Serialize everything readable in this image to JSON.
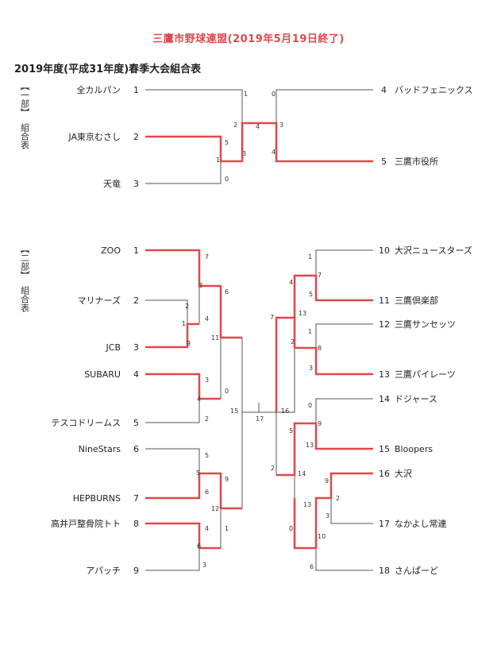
{
  "page": {
    "title": "三鷹市野球連盟(2019年5月19日終了)",
    "subtitle": "2019年度(平成31年度)春季大会組合表",
    "colors": {
      "accent": "#e0484b",
      "line": "#555555",
      "text": "#222222"
    }
  },
  "division1": {
    "label_bracket": "【一部】",
    "label_group": "組合表",
    "teams_left": [
      {
        "name": "全カルパン",
        "seed": "1"
      },
      {
        "name": "JA東京むさし",
        "seed": "2"
      },
      {
        "name": "天竜",
        "seed": "3"
      }
    ],
    "teams_right": [
      {
        "seed": "4",
        "name": "バッドフェニックス"
      },
      {
        "seed": "5",
        "name": "三鷹市役所"
      }
    ],
    "scores": [
      "1",
      "2",
      "5",
      "1",
      "3",
      "0",
      "4",
      "0",
      "3",
      "4"
    ]
  },
  "division2": {
    "label_bracket": "【二部】",
    "label_group": "組合表",
    "teams_left": [
      {
        "name": "ZOO",
        "seed": "1"
      },
      {
        "name": "マリナーズ",
        "seed": "2"
      },
      {
        "name": "JCB",
        "seed": "3"
      },
      {
        "name": "SUBARU",
        "seed": "4"
      },
      {
        "name": "テスコドリームス",
        "seed": "5"
      },
      {
        "name": "NineStars",
        "seed": "6"
      },
      {
        "name": "HEPBURNS",
        "seed": "7"
      },
      {
        "name": "高井戸整骨院トト",
        "seed": "8"
      },
      {
        "name": "アパッチ",
        "seed": "9"
      }
    ],
    "teams_right": [
      {
        "seed": "10",
        "name": "大沢ニュースターズ"
      },
      {
        "seed": "11",
        "name": "三鷹倶楽部"
      },
      {
        "seed": "12",
        "name": "三鷹サンセッツ"
      },
      {
        "seed": "13",
        "name": "三鷹パイレーツ"
      },
      {
        "seed": "14",
        "name": "ドジャース"
      },
      {
        "seed": "15",
        "name": "Bloopers"
      },
      {
        "seed": "16",
        "name": "大沢"
      },
      {
        "seed": "17",
        "name": "なかよし常連"
      },
      {
        "seed": "18",
        "name": "さんぱーど"
      }
    ],
    "scores_left": [
      "7",
      "3",
      "6",
      "2",
      "1",
      "4",
      "9",
      "11",
      "3",
      "4",
      "0",
      "2",
      "15",
      "5",
      "5",
      "6",
      "9",
      "12",
      "4",
      "6",
      "1",
      "3"
    ],
    "scores_right": [
      "1",
      "4",
      "7",
      "5",
      "13",
      "7",
      "1",
      "2",
      "8",
      "3",
      "16",
      "0",
      "5",
      "9",
      "13",
      "14",
      "2",
      "9",
      "2",
      "13",
      "3",
      "0",
      "10",
      "6"
    ],
    "final": {
      "left": "15",
      "middle": "17",
      "right": "16"
    }
  }
}
